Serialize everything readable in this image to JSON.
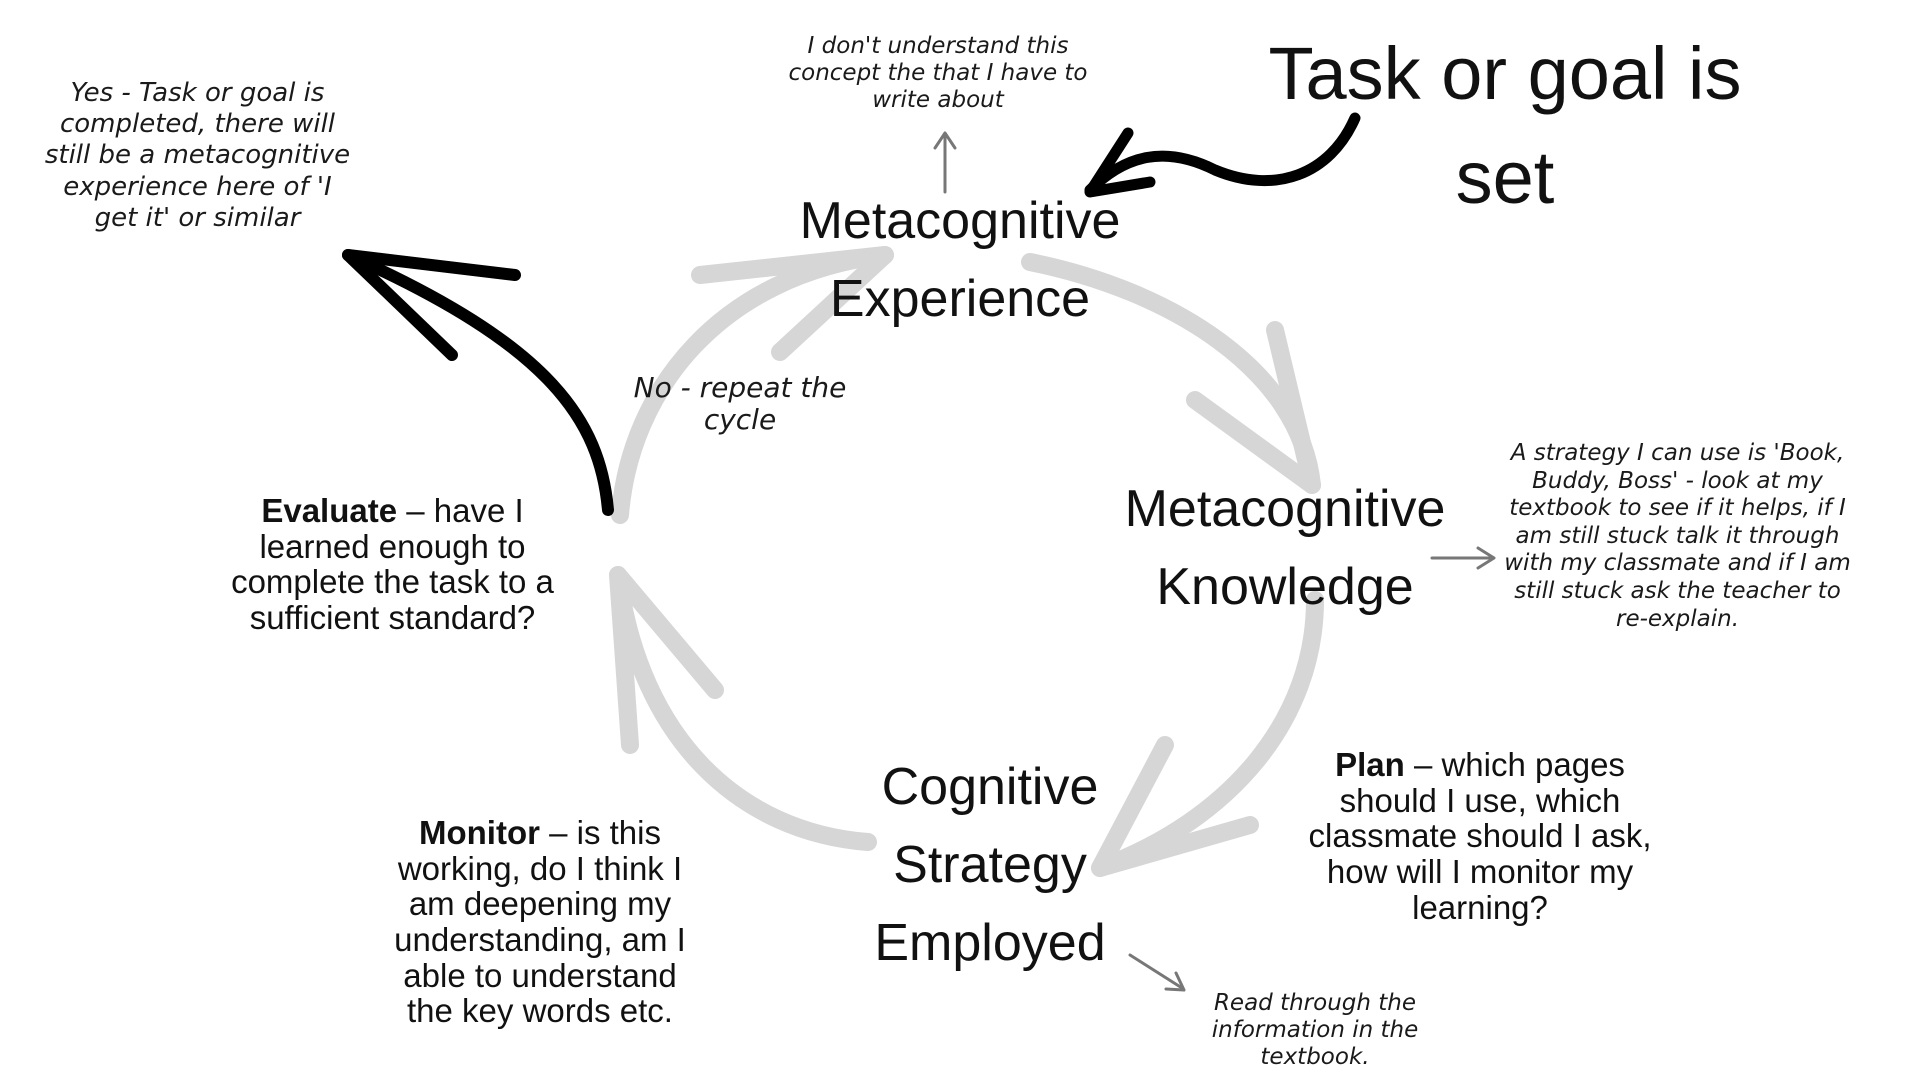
{
  "diagram": {
    "task": {
      "lines": [
        "Task or goal is",
        "set"
      ]
    },
    "nodes": {
      "experience": {
        "lines": [
          "Metacognitive",
          "Experience"
        ]
      },
      "knowledge": {
        "lines": [
          "Metacognitive",
          "Knowledge"
        ]
      },
      "strategy": {
        "lines": [
          "Cognitive",
          "Strategy",
          "Employed"
        ]
      }
    },
    "stages": {
      "evaluate": {
        "term": "Evaluate",
        "text": " – have I learned enough to complete the task to a sufficient standard?"
      },
      "plan": {
        "term": "Plan",
        "text": " – which pages should I use, which classmate should I ask, how will I monitor my learning?"
      },
      "monitor": {
        "term": "Monitor",
        "text": " – is this working, do I think I am deepening my understanding, am I able to understand the key words etc."
      }
    },
    "notes": {
      "experience_example": "I don't understand this concept the that I have to write about",
      "completed": "Yes - Task or goal is completed, there will still be a metacognitive experience here of 'I get it' or similar",
      "repeat": "No - repeat the cycle",
      "knowledge_example": "A strategy I can use is 'Book, Buddy, Boss' - look at my textbook to see if it helps, if I am still stuck talk it through with my classmate and if I am still stuck ask the teacher to re-explain.",
      "strategy_example": "Read through the information in the textbook."
    },
    "colors": {
      "cycle_arrow": "#d6d6d6",
      "thin_arrow": "#777777",
      "bold_arrow": "#000000",
      "text": "#111111"
    }
  }
}
